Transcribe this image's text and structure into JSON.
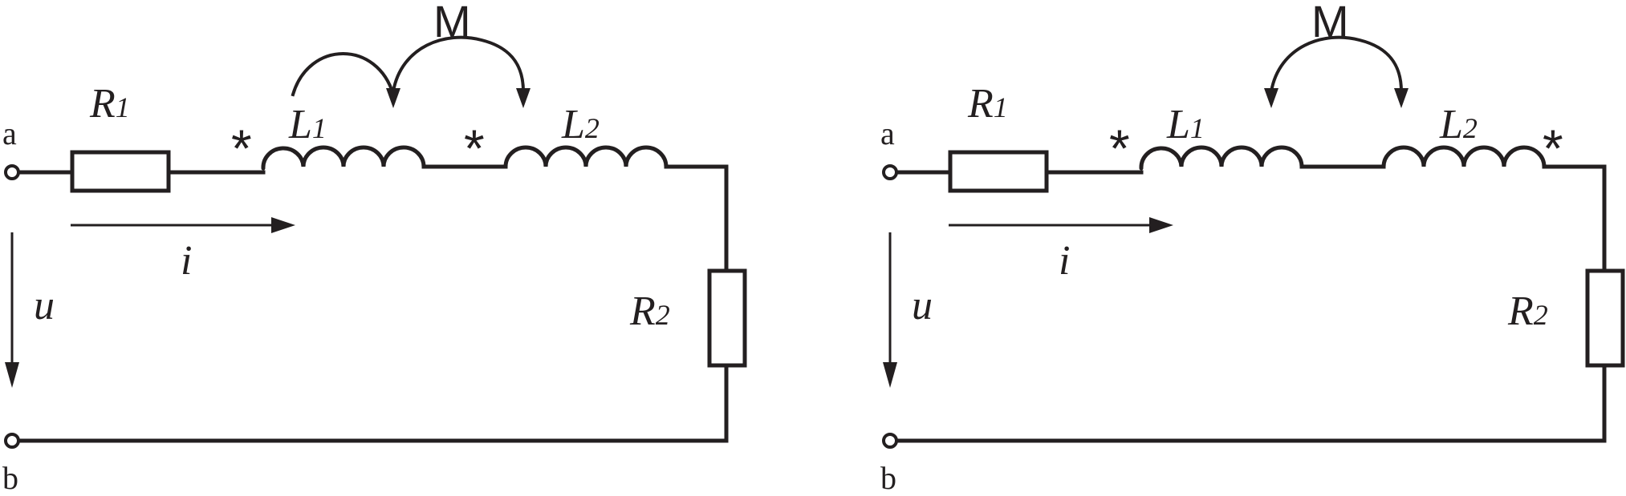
{
  "colors": {
    "ink": "#231f20",
    "background": "#ffffff"
  },
  "circuits": [
    {
      "mutual_label": "M",
      "terminal_a": "a",
      "terminal_b": "b",
      "resistor1": {
        "symbol": "R",
        "sub": "1"
      },
      "resistor2": {
        "symbol": "R",
        "sub": "2"
      },
      "inductor1": {
        "symbol": "L",
        "sub": "1"
      },
      "inductor2": {
        "symbol": "L",
        "sub": "2"
      },
      "current_label": "i",
      "voltage_label": "u",
      "dot_mark": "*",
      "dot_on_l2": "start"
    },
    {
      "mutual_label": "M",
      "terminal_a": "a",
      "terminal_b": "b",
      "resistor1": {
        "symbol": "R",
        "sub": "1"
      },
      "resistor2": {
        "symbol": "R",
        "sub": "2"
      },
      "inductor1": {
        "symbol": "L",
        "sub": "1"
      },
      "inductor2": {
        "symbol": "L",
        "sub": "2"
      },
      "current_label": "i",
      "voltage_label": "u",
      "dot_mark": "*",
      "dot_on_l2": "end"
    }
  ]
}
